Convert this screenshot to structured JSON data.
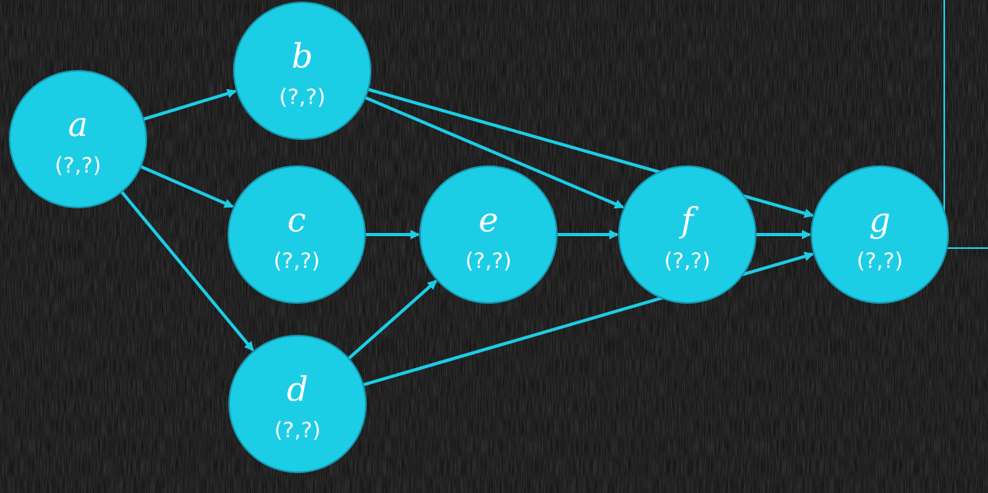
{
  "colors": {
    "background": "#161616",
    "node_fill": "#1ccde6",
    "node_stroke": "#1597ad",
    "edge": "#1ccde6",
    "text": "#ffffff"
  },
  "nodes": [
    {
      "id": "a",
      "label": "a",
      "value": "(?,?)"
    },
    {
      "id": "b",
      "label": "b",
      "value": "(?,?)"
    },
    {
      "id": "c",
      "label": "c",
      "value": "(?,?)"
    },
    {
      "id": "d",
      "label": "d",
      "value": "(?,?)"
    },
    {
      "id": "e",
      "label": "e",
      "value": "(?,?)"
    },
    {
      "id": "f",
      "label": "f",
      "value": "(?,?)"
    },
    {
      "id": "g",
      "label": "g",
      "value": "(?,?)"
    }
  ],
  "edges": [
    {
      "from": "a",
      "to": "b"
    },
    {
      "from": "a",
      "to": "c"
    },
    {
      "from": "a",
      "to": "d"
    },
    {
      "from": "b",
      "to": "f"
    },
    {
      "from": "b",
      "to": "g"
    },
    {
      "from": "c",
      "to": "e"
    },
    {
      "from": "d",
      "to": "e"
    },
    {
      "from": "d",
      "to": "g"
    },
    {
      "from": "e",
      "to": "f"
    },
    {
      "from": "f",
      "to": "g"
    }
  ]
}
